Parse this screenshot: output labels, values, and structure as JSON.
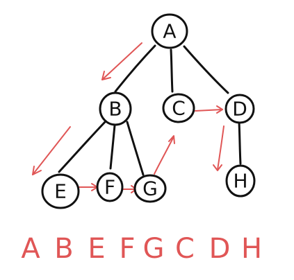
{
  "diagram": {
    "nodes": [
      {
        "id": "A",
        "label": "A"
      },
      {
        "id": "B",
        "label": "B"
      },
      {
        "id": "C",
        "label": "C"
      },
      {
        "id": "D",
        "label": "D"
      },
      {
        "id": "E",
        "label": "E"
      },
      {
        "id": "F",
        "label": "F"
      },
      {
        "id": "G",
        "label": "G"
      },
      {
        "id": "H",
        "label": "H"
      }
    ],
    "edges": [
      [
        "A",
        "B"
      ],
      [
        "A",
        "C"
      ],
      [
        "A",
        "D"
      ],
      [
        "B",
        "E"
      ],
      [
        "B",
        "F"
      ],
      [
        "B",
        "G"
      ],
      [
        "D",
        "H"
      ]
    ],
    "traversal_order": [
      "A",
      "B",
      "E",
      "F",
      "G",
      "C",
      "D",
      "H"
    ],
    "colors": {
      "ink": "#111111",
      "traversal": "#e05656"
    }
  }
}
